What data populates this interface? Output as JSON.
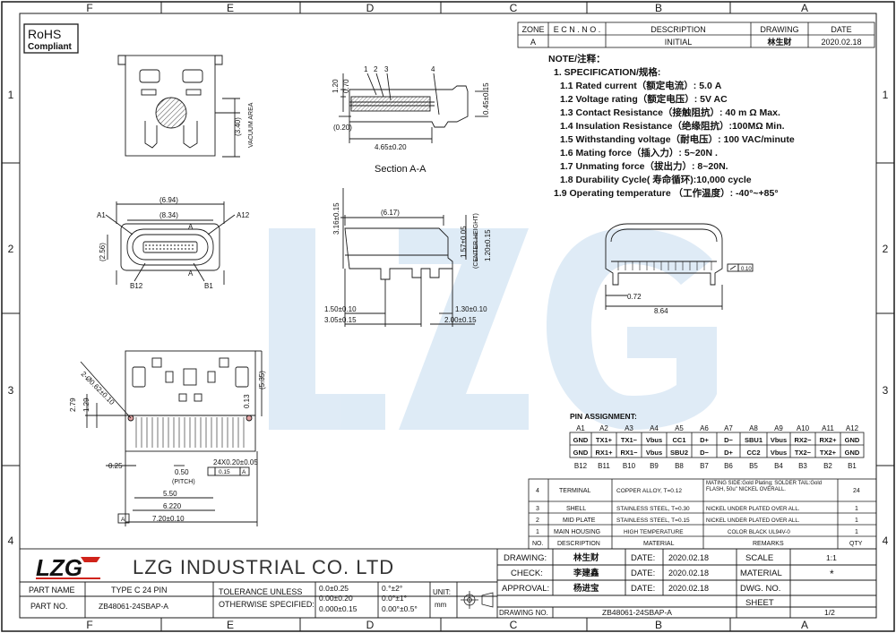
{
  "frame": {
    "columns_top": [
      "F",
      "E",
      "D",
      "C",
      "B",
      "A"
    ],
    "columns_bottom": [
      "F",
      "E",
      "D",
      "C",
      "B",
      "A"
    ],
    "rows": [
      "1",
      "2",
      "3",
      "4"
    ]
  },
  "rohs": {
    "line1": "RoHS",
    "line2": "Compliant"
  },
  "revision": {
    "headers": {
      "zone": "ZONE",
      "ecn": "E C N . N O .",
      "description": "DESCRIPTION",
      "drawing": "DRAWING",
      "date": "DATE"
    },
    "row": {
      "zone": "A",
      "ecn": "",
      "description": "INITIAL",
      "drawing": "林生财",
      "date": "2020.02.18"
    }
  },
  "notes": {
    "title": "NOTE/注释：",
    "spec_title": "1. SPECIFICATION/规格:",
    "items": [
      "1.1  Rated current（额定电流）: 5.0 A",
      "1.2 Voltage rating（额定电压）: 5V AC",
      "1.3  Contact Resistance（接触阻抗）: 40 m Ω Max.",
      "1.4  Insulation Resistance（绝缘阻抗）:100MΩ Min.",
      "1.5  Withstanding voltage（耐电压）: 100 VAC/minute",
      "1.6  Mating force（插入力）: 5~20N .",
      "1.7  Unmating force（拔出力）: 8~20N.",
      "1.8  Durability Cycle( 寿命循环):10,000  cycle",
      "1.9 Operating temperature （工作温度）: -40°~+85°"
    ]
  },
  "dims": {
    "top_view": {
      "vacuum": "VACUUM AREA",
      "h340": "(3.40)"
    },
    "section": {
      "title": "Section  A-A",
      "callouts": [
        "1",
        "2",
        "3",
        "4"
      ],
      "d120": "1.20",
      "d070": "0.70",
      "d020": "(0.20)",
      "d465": "4.65±0.20",
      "d045": "0.45±0.15"
    },
    "front_view": {
      "d894": "(6.94)",
      "d834": "(8.34)",
      "d256": "(2.56)",
      "a1": "A1",
      "a12": "A12",
      "b12": "B12",
      "b1": "B1",
      "a_top": "A",
      "a_bot": "A"
    },
    "side_view": {
      "d316": "3.16±0.15",
      "d617": "(6.17)",
      "d157": "1.57±0.05",
      "center": "(CENTER HEIGHT)",
      "d120": "1.20±0.15",
      "d150": "1.50±0.10",
      "d305": "3.05±0.15",
      "d130": "1.30±0.10",
      "d200": "2.00±0.15"
    },
    "right_view": {
      "d072": "0.72",
      "d864": "8.64",
      "flat": "0.10"
    },
    "bottom_view": {
      "holes": "2-Ø0.62±0.10",
      "d279": "2.79",
      "d129": "1.29",
      "d013": "0.13",
      "d535": "(5.35)",
      "d025": "0.25",
      "d050": "0.50",
      "pitch": "(PITCH)",
      "pins": "24X0.20±0.05",
      "tol": "0.15",
      "datum": "A",
      "d550": "5.50",
      "d622": "6.220",
      "d720": "7.20±0.10",
      "datum2": "A"
    }
  },
  "pin_assignment": {
    "title": "PIN ASSIGNMENT:",
    "top_labels": [
      "A1",
      "A2",
      "A3",
      "A4",
      "A5",
      "A6",
      "A7",
      "A8",
      "A9",
      "A10",
      "A11",
      "A12"
    ],
    "row_a": [
      "GND",
      "TX1+",
      "TX1−",
      "Vbus",
      "CC1",
      "D+",
      "D−",
      "SBU1",
      "Vbus",
      "RX2−",
      "RX2+",
      "GND"
    ],
    "row_b": [
      "GND",
      "RX1+",
      "RX1−",
      "Vbus",
      "SBU2",
      "D−",
      "D+",
      "CC2",
      "Vbus",
      "TX2−",
      "TX2+",
      "GND"
    ],
    "bottom_labels": [
      "B12",
      "B11",
      "B10",
      "B9",
      "B8",
      "B7",
      "B6",
      "B5",
      "B4",
      "B3",
      "B2",
      "B1"
    ]
  },
  "bom": {
    "headers": {
      "no": "NO.",
      "description": "DESCRIPTION",
      "material": "MATERIAL",
      "remarks": "REMARKS",
      "qty": "QTY"
    },
    "rows": [
      {
        "no": "4",
        "description": "TERMINAL",
        "material": "COPPER ALLOY, T=0.12",
        "remarks": "MATING SIDE:Gold Plating; SOLDER TAIL:Gold FLASH, 50u\" NICKEL OVERALL.",
        "qty": "24"
      },
      {
        "no": "3",
        "description": "SHELL",
        "material": "STAINLESS STEEL, T=0.30",
        "remarks": "NICKEL UNDER PLATED OVER ALL.",
        "qty": "1"
      },
      {
        "no": "2",
        "description": "MID PLATE",
        "material": "STAINLESS STEEL, T=0.15",
        "remarks": "NICKEL UNDER PLATED OVER ALL.",
        "qty": "1"
      },
      {
        "no": "1",
        "description": "MAIN HOUSING",
        "material": "HIGH TEMPERATURE",
        "remarks": "COLOR BLACK UL94V-0",
        "qty": "1"
      }
    ]
  },
  "title_block": {
    "logo": "LZG",
    "company": "LZG  INDUSTRIAL  CO.  LTD",
    "part_name_label": "PART NAME",
    "part_name": "TYPE C 24 PIN",
    "part_no_label": "PART NO.",
    "part_no": "ZB48061-24SBAP-A",
    "tol_line1": "TOLERANCE UNLESS",
    "tol_line2": "OTHERWISE SPECIFIED:",
    "tol_lin": [
      "0.0±0.25",
      "0.00±0.20",
      "0.000±0.15"
    ],
    "tol_ang": [
      "0.°±2°",
      "0.0°±1°",
      "0.00°±0.5°"
    ],
    "unit_label": "UNIT:",
    "unit": "mm",
    "drawing_label": "DRAWING:",
    "drawing_name": "林生财",
    "check_label": "CHECK:",
    "check_name": "李建鑫",
    "approval_label": "APPROVAL:",
    "approval_name": "杨进宝",
    "date_label": "DATE:",
    "dates": [
      "2020.02.18",
      "2020.02.18",
      "2020.02.18"
    ],
    "scale_label": "SCALE",
    "scale": "1:1",
    "material_label": "MATERIAL",
    "material": "*",
    "dwg_no_label": "DWG. NO.",
    "dwg_no": "",
    "sheet_label": "SHEET",
    "sheet": "1/2",
    "drawing_no_label": "DRAWING NO.",
    "drawing_no": "ZB48061-24SBAP-A"
  },
  "colors": {
    "line": "#1a1a1a",
    "watermark": "#d6e6f4",
    "logo_red": "#d0231a",
    "highlight": "#e0a0a0"
  }
}
